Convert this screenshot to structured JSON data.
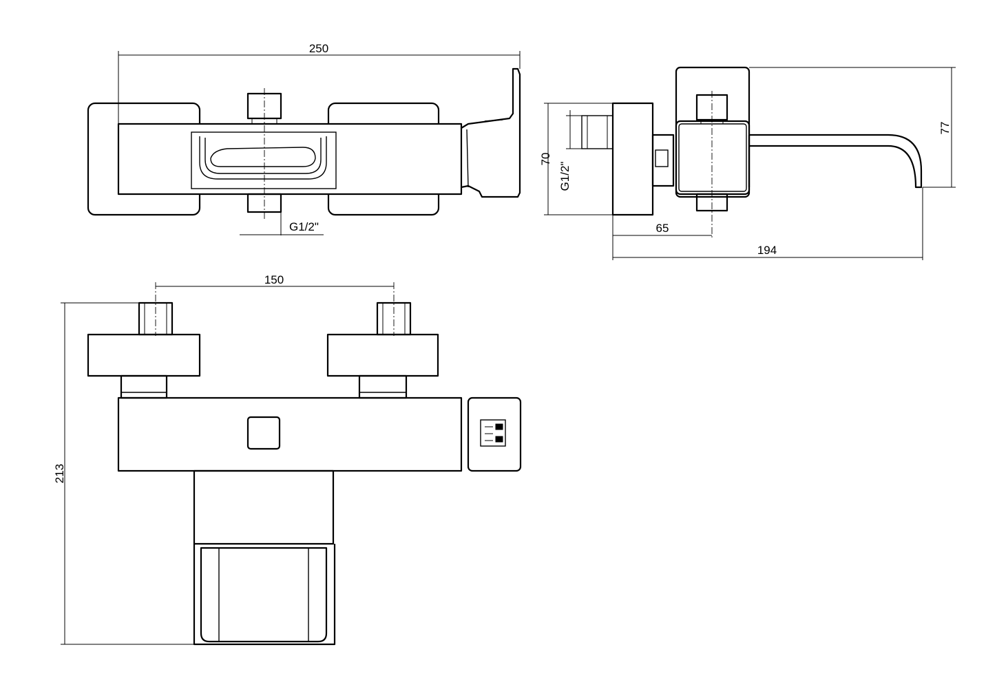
{
  "dimensions": {
    "top_width": "250",
    "top_inlet_thread": "G1/2\"",
    "side_body_height": "70",
    "side_thread": "G1/2\"",
    "side_total_height": "77",
    "side_depth_65": "65",
    "side_depth_194": "194",
    "front_inlet_spacing": "150",
    "front_total_height": "213"
  }
}
